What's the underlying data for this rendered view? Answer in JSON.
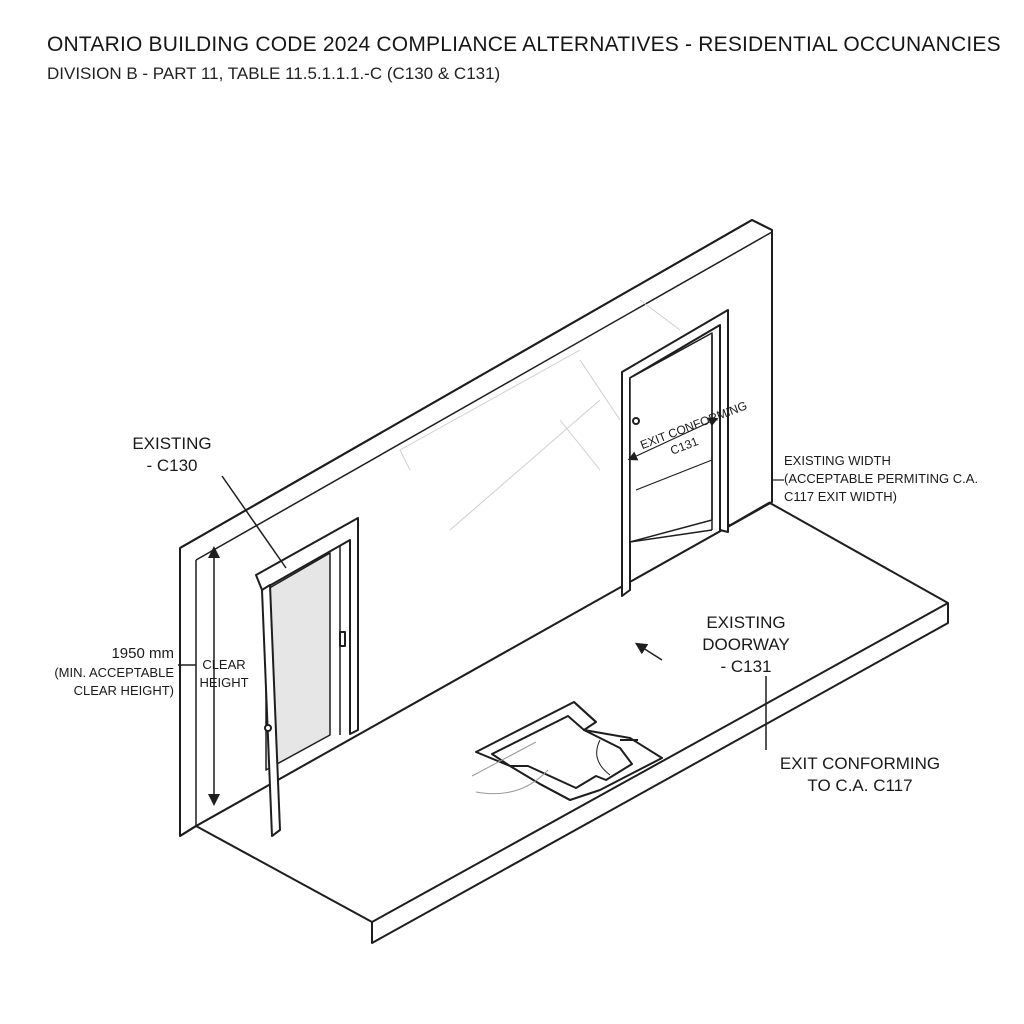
{
  "header": {
    "title": "ONTARIO BUILDING CODE 2024 COMPLIANCE ALTERNATIVES - RESIDENTIAL OCCUNANCIES",
    "subtitle": "DIVISION B - PART 11, TABLE 11.5.1.1.1.-C (C130 & C131)"
  },
  "labels": {
    "existing_c130": {
      "line1": "EXISTING",
      "line2": "- C130"
    },
    "height_dim": {
      "line1": "1950 mm",
      "line2": "(MIN. ACCEPTABLE",
      "line3": "CLEAR HEIGHT)"
    },
    "clear_height": {
      "line1": "CLEAR",
      "line2": "HEIGHT"
    },
    "existing_width": {
      "line1": "EXISTING WIDTH",
      "line2": "(ACCEPTABLE PERMITING C.A.",
      "line3": "C117 EXIT WIDTH)"
    },
    "door_sign": {
      "line1": "EXIT CONFORMING",
      "line2": "C131"
    },
    "existing_doorway": {
      "line1": "EXISTING",
      "line2": "DOORWAY",
      "line3": "- C131"
    },
    "exit_conforming": {
      "line1": "EXIT CONFORMING",
      "line2": "TO C.A. C117"
    }
  },
  "colors": {
    "line": "#1e1e1e",
    "light_line": "#cfcfcf",
    "opening_fill": "#e6e6e6",
    "background": "#ffffff"
  }
}
